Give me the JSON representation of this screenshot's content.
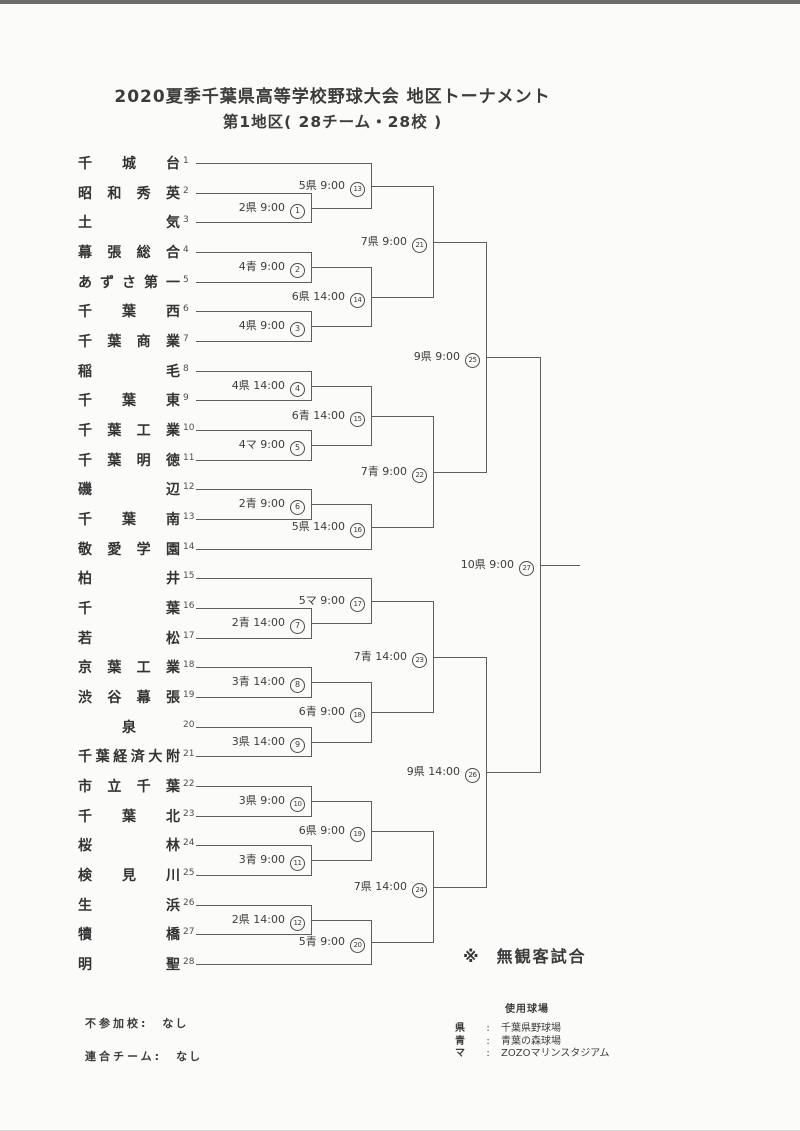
{
  "title": "2020夏季千葉県高等学校野球大会  地区トーナメント",
  "subtitle": "第1地区( 28チーム・28校 )",
  "teams": [
    {
      "seed": 1,
      "name": "千城台"
    },
    {
      "seed": 2,
      "name": "昭和秀英"
    },
    {
      "seed": 3,
      "name": "土気"
    },
    {
      "seed": 4,
      "name": "幕張総合"
    },
    {
      "seed": 5,
      "name": "あずさ第一"
    },
    {
      "seed": 6,
      "name": "千葉西"
    },
    {
      "seed": 7,
      "name": "千葉商業"
    },
    {
      "seed": 8,
      "name": "稲毛"
    },
    {
      "seed": 9,
      "name": "千葉東"
    },
    {
      "seed": 10,
      "name": "千葉工業"
    },
    {
      "seed": 11,
      "name": "千葉明徳"
    },
    {
      "seed": 12,
      "name": "磯辺"
    },
    {
      "seed": 13,
      "name": "千葉南"
    },
    {
      "seed": 14,
      "name": "敬愛学園"
    },
    {
      "seed": 15,
      "name": "柏井"
    },
    {
      "seed": 16,
      "name": "千葉"
    },
    {
      "seed": 17,
      "name": "若松"
    },
    {
      "seed": 18,
      "name": "京葉工業"
    },
    {
      "seed": 19,
      "name": "渋谷幕張"
    },
    {
      "seed": 20,
      "name": "泉"
    },
    {
      "seed": 21,
      "name": "千葉経済大附"
    },
    {
      "seed": 22,
      "name": "市立千葉"
    },
    {
      "seed": 23,
      "name": "千葉北"
    },
    {
      "seed": 24,
      "name": "桜林"
    },
    {
      "seed": 25,
      "name": "検見川"
    },
    {
      "seed": 26,
      "name": "生浜"
    },
    {
      "seed": 27,
      "name": "犢橋"
    },
    {
      "seed": 28,
      "name": "明聖"
    }
  ],
  "matches": [
    {
      "no": 1,
      "label": "2県 9:00",
      "round": 1,
      "top": "T2",
      "bottom": "T3"
    },
    {
      "no": 2,
      "label": "4青 9:00",
      "round": 1,
      "top": "T4",
      "bottom": "T5"
    },
    {
      "no": 3,
      "label": "4県 9:00",
      "round": 1,
      "top": "T6",
      "bottom": "T7"
    },
    {
      "no": 4,
      "label": "4県 14:00",
      "round": 1,
      "top": "T8",
      "bottom": "T9"
    },
    {
      "no": 5,
      "label": "4マ 9:00",
      "round": 1,
      "top": "T10",
      "bottom": "T11"
    },
    {
      "no": 6,
      "label": "2青 9:00",
      "round": 1,
      "top": "T12",
      "bottom": "T13"
    },
    {
      "no": 7,
      "label": "2青 14:00",
      "round": 1,
      "top": "T16",
      "bottom": "T17"
    },
    {
      "no": 8,
      "label": "3青 14:00",
      "round": 1,
      "top": "T18",
      "bottom": "T19"
    },
    {
      "no": 9,
      "label": "3県 14:00",
      "round": 1,
      "top": "T20",
      "bottom": "T21"
    },
    {
      "no": 10,
      "label": "3県 9:00",
      "round": 1,
      "top": "T22",
      "bottom": "T23"
    },
    {
      "no": 11,
      "label": "3青 9:00",
      "round": 1,
      "top": "T24",
      "bottom": "T25"
    },
    {
      "no": 12,
      "label": "2県 14:00",
      "round": 1,
      "top": "T26",
      "bottom": "T27"
    },
    {
      "no": 13,
      "label": "5県 9:00",
      "round": 2,
      "top": "T1",
      "bottom": "M1"
    },
    {
      "no": 14,
      "label": "6県 14:00",
      "round": 2,
      "top": "M2",
      "bottom": "M3"
    },
    {
      "no": 15,
      "label": "6青 14:00",
      "round": 2,
      "top": "M4",
      "bottom": "M5"
    },
    {
      "no": 16,
      "label": "5県 14:00",
      "round": 2,
      "top": "M6",
      "bottom": "T14"
    },
    {
      "no": 17,
      "label": "5マ 9:00",
      "round": 2,
      "top": "T15",
      "bottom": "M7"
    },
    {
      "no": 18,
      "label": "6青 9:00",
      "round": 2,
      "top": "M8",
      "bottom": "M9"
    },
    {
      "no": 19,
      "label": "6県 9:00",
      "round": 2,
      "top": "M10",
      "bottom": "M11"
    },
    {
      "no": 20,
      "label": "5青 9:00",
      "round": 2,
      "top": "M12",
      "bottom": "T28"
    },
    {
      "no": 21,
      "label": "7県 9:00",
      "round": 3,
      "top": "M13",
      "bottom": "M14"
    },
    {
      "no": 22,
      "label": "7青 9:00",
      "round": 3,
      "top": "M15",
      "bottom": "M16"
    },
    {
      "no": 23,
      "label": "7青 14:00",
      "round": 3,
      "top": "M17",
      "bottom": "M18"
    },
    {
      "no": 24,
      "label": "7県 14:00",
      "round": 3,
      "top": "M19",
      "bottom": "M20"
    },
    {
      "no": 25,
      "label": "9県 9:00",
      "round": 4,
      "top": "M21",
      "bottom": "M22"
    },
    {
      "no": 26,
      "label": "9県 14:00",
      "round": 4,
      "top": "M23",
      "bottom": "M24"
    },
    {
      "no": 27,
      "label": "10県 9:00",
      "round": 5,
      "top": "M25",
      "bottom": "M26"
    }
  ],
  "notes": {
    "no_spectators_mark": "※",
    "no_spectators": "無観客試合",
    "rows": [
      {
        "label": "不参加校",
        "sep": ":",
        "value": "なし"
      },
      {
        "label": "連合チーム",
        "sep": ":",
        "value": "なし"
      }
    ]
  },
  "venues": {
    "header": "使用球場",
    "sep": ":",
    "rows": [
      {
        "code": "県",
        "name": "千葉県野球場"
      },
      {
        "code": "青",
        "name": "青葉の森球場"
      },
      {
        "code": "マ",
        "name": "ZOZOマリンスタジアム"
      }
    ]
  },
  "colors": {
    "text": "#3a3a3a",
    "line": "#5f5f5f",
    "background": "#fbfbf9"
  }
}
